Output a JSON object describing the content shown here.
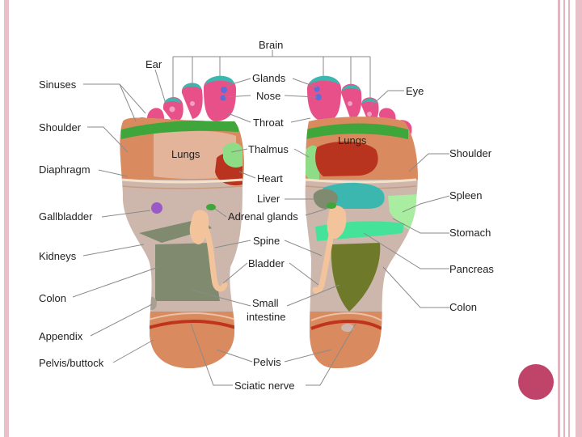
{
  "labels": {
    "brain": "Brain",
    "ear": "Ear",
    "sinuses": "Sinuses",
    "shoulder_left": "Shoulder",
    "diaphragm": "Diaphragm",
    "gallbladder": "Gallbladder",
    "kidneys": "Kidneys",
    "colon_left": "Colon",
    "appendix": "Appendix",
    "pelvis_buttock": "Pelvis/buttock",
    "glands": "Glands",
    "nose": "Nose",
    "throat": "Throat",
    "thalmus": "Thalmus",
    "heart": "Heart",
    "liver": "Liver",
    "adrenal_glands": "Adrenal glands",
    "spine": "Spine",
    "bladder": "Bladder",
    "small_intestine_1": "Small",
    "small_intestine_2": "intestine",
    "pelvis": "Pelvis",
    "sciatic_nerve": "Sciatic nerve",
    "eye": "Eye",
    "shoulder_right": "Shoulder",
    "spleen": "Spleen",
    "stomach": "Stomach",
    "pancreas": "Pancreas",
    "colon_right": "Colon",
    "lungs_left": "Lungs",
    "lungs_right": "Lungs"
  },
  "colors": {
    "toe": "#e8508a",
    "toe_tip": "#3bb7b0",
    "neck_band": "#3ea63a",
    "upper_foot": "#d98a5e",
    "lung_zone": "#e3b49a",
    "heart": "#b8341e",
    "thalmus": "#8fdc86",
    "mid_foot": "#cdb7ad",
    "liver": "#3bb7b0",
    "spleen": "#a9eea0",
    "stomach_band": "#45e39a",
    "colon_block": "#808a6e",
    "small_intestine": "#6e7a2a",
    "kidney_spine": "#f3c49b",
    "gallbladder": "#9b59c7",
    "heel": "#d98a5e",
    "heel_band": "#c0341e",
    "accent_dot": "#c0436a"
  }
}
